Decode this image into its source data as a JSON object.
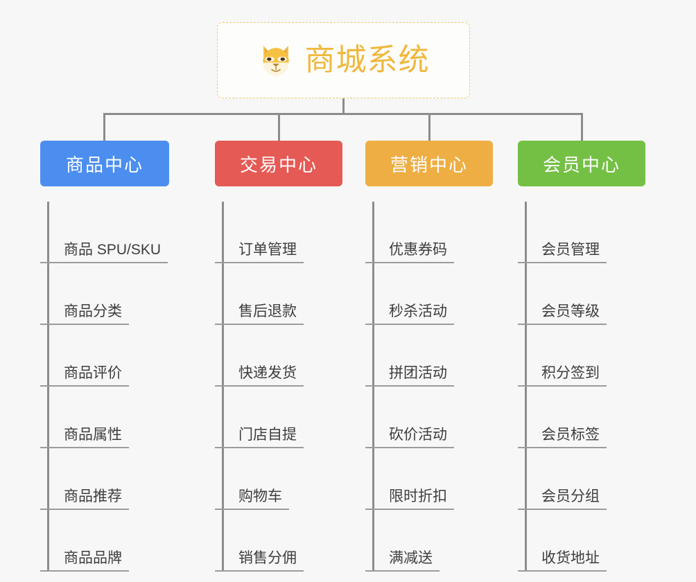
{
  "root": {
    "title": "商城系统",
    "icon": "shiba-dog-emoji",
    "border_color": "#f0c870",
    "text_color": "#f0b83e"
  },
  "connector_color": "#8c8c8c",
  "background": "#f7f7f7",
  "categories": [
    {
      "label": "商品中心",
      "color": "#4c8ef0",
      "items": [
        "商品 SPU/SKU",
        "商品分类",
        "商品评价",
        "商品属性",
        "商品推荐",
        "商品品牌"
      ]
    },
    {
      "label": "交易中心",
      "color": "#e55a55",
      "items": [
        "订单管理",
        "售后退款",
        "快递发货",
        "门店自提",
        "购物车",
        "销售分佣"
      ]
    },
    {
      "label": "营销中心",
      "color": "#eeae44",
      "items": [
        "优惠券码",
        "秒杀活动",
        "拼团活动",
        "砍价活动",
        "限时折扣",
        "满减送"
      ]
    },
    {
      "label": "会员中心",
      "color": "#74c044",
      "items": [
        "会员管理",
        "会员等级",
        "积分签到",
        "会员标签",
        "会员分组",
        "收货地址"
      ]
    }
  ]
}
